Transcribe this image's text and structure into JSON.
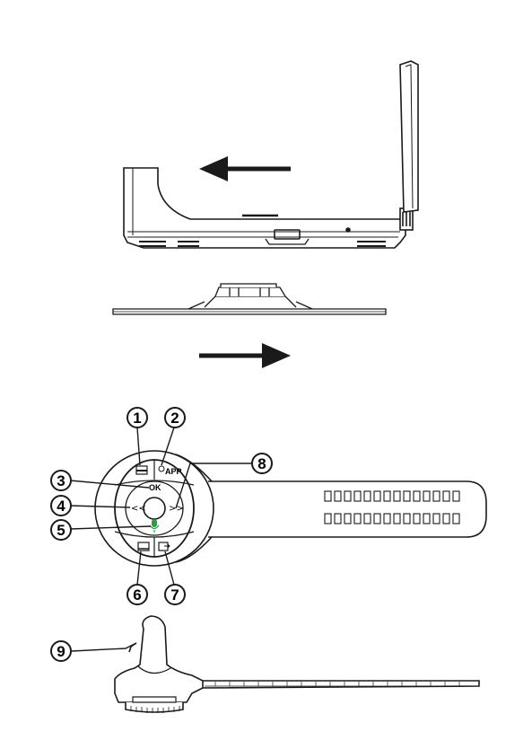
{
  "callouts": [
    {
      "number": "1",
      "target": "menu-button"
    },
    {
      "number": "2",
      "target": "app-button"
    },
    {
      "number": "3",
      "target": "ok-button"
    },
    {
      "number": "4",
      "target": "left-button"
    },
    {
      "number": "5",
      "target": "voice-button"
    },
    {
      "number": "6",
      "target": "screen-button"
    },
    {
      "number": "7",
      "target": "exit-button"
    },
    {
      "number": "8",
      "target": "right-button"
    },
    {
      "number": "9",
      "target": "cable"
    }
  ],
  "remote_buttons": {
    "ok_label": "OK",
    "left_label": "<<",
    "right_label": ">>",
    "app_label": "APP"
  },
  "colors": {
    "line": "#1a1a1a",
    "voice_accent": "#2e9a4a"
  }
}
